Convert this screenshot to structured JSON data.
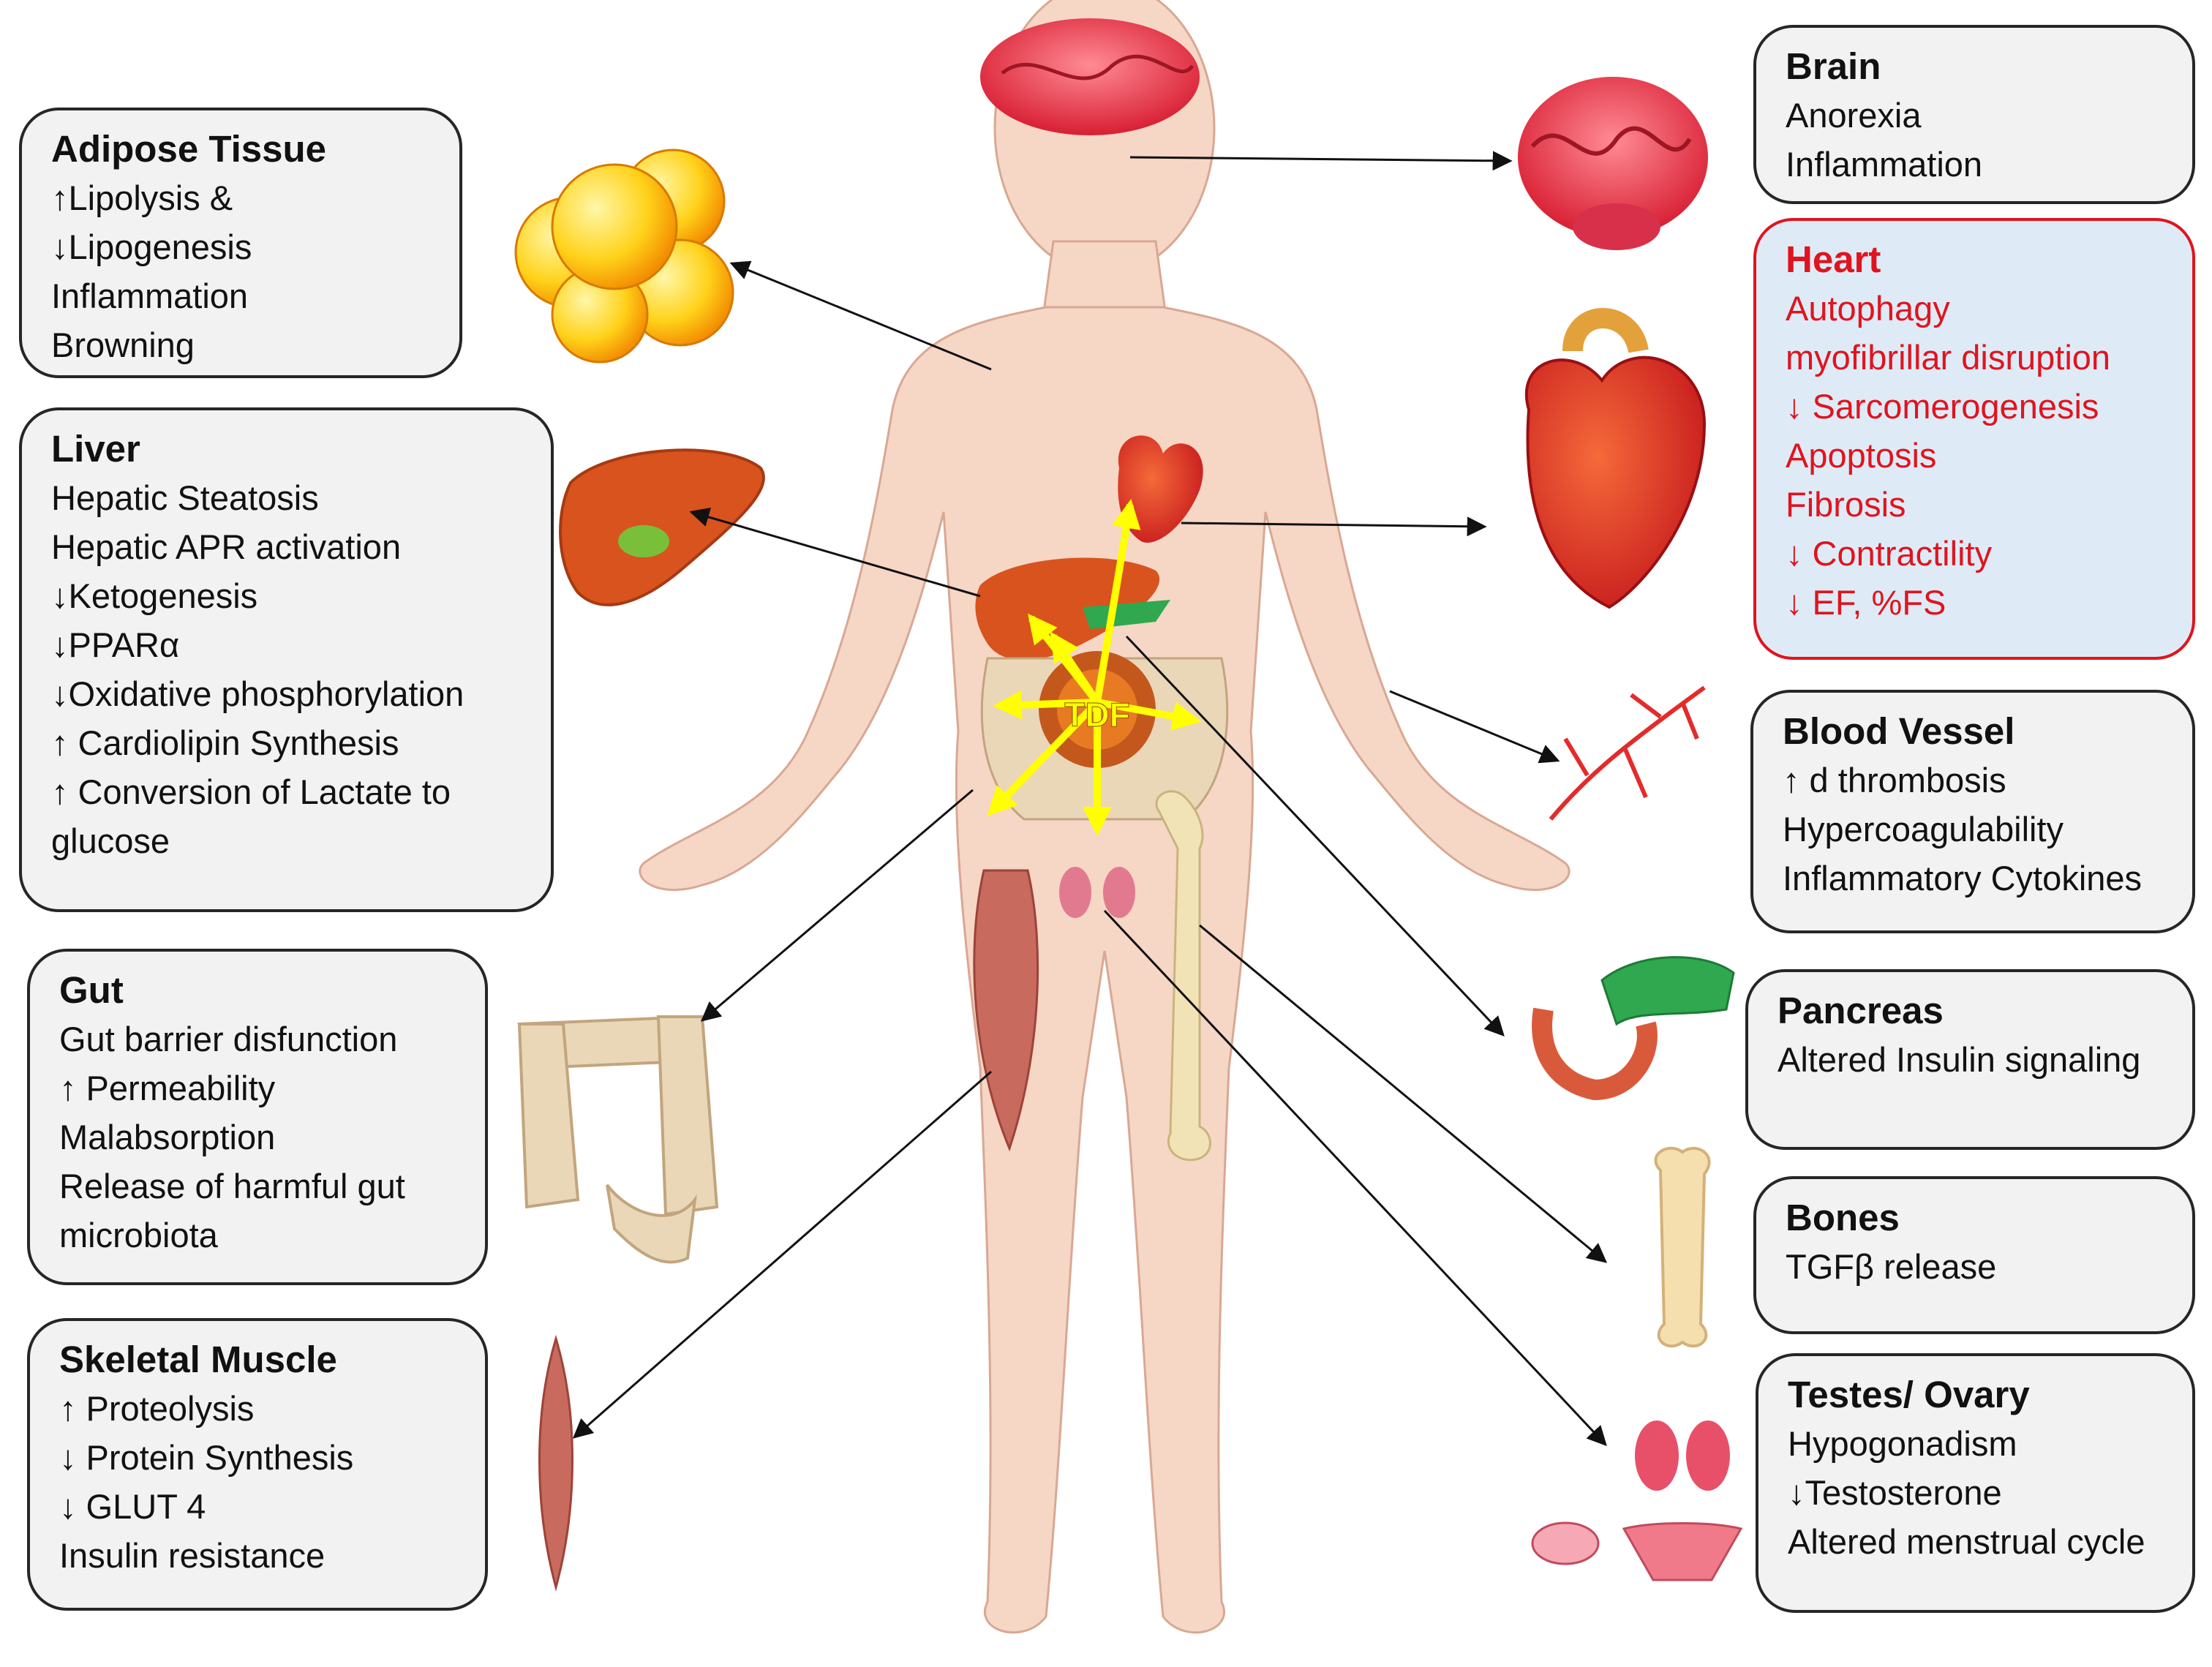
{
  "center_label": "TDF",
  "colors": {
    "box_border": "#262626",
    "box_fill": "#f2f2f2",
    "heart_accent": "#e0141e",
    "heart_fill": "#deebf7",
    "signal_arrows": "#ffff00",
    "skin": "#f6d6c5"
  },
  "icons": [
    "brain-icon",
    "fat-cells-icon",
    "liver-icon",
    "heart-icon",
    "blood-vessel-icon",
    "pancreas-icon",
    "colon-icon",
    "muscle-icon",
    "bone-icon",
    "testes-icon",
    "ovary-icon",
    "human-body-icon"
  ],
  "boxes": {
    "adipose": {
      "title": "Adipose Tissue",
      "lines": [
        "↑Lipolysis &",
        "↓Lipogenesis",
        "Inflammation",
        "Browning"
      ]
    },
    "liver": {
      "title": "Liver",
      "lines": [
        "Hepatic Steatosis",
        "Hepatic APR activation",
        "↓Ketogenesis",
        "↓PPARα",
        "↓Oxidative phosphorylation",
        "↑ Cardiolipin Synthesis",
        "↑ Conversion of Lactate to",
        "glucose"
      ]
    },
    "gut": {
      "title": "Gut",
      "lines": [
        "Gut barrier disfunction",
        "↑ Permeability",
        "Malabsorption",
        "Release of harmful gut",
        "microbiota"
      ]
    },
    "skeletal": {
      "title": "Skeletal Muscle",
      "lines": [
        "↑ Proteolysis",
        "↓ Protein Synthesis",
        "↓ GLUT 4",
        "Insulin resistance"
      ]
    },
    "brain": {
      "title": "Brain",
      "lines": [
        "Anorexia",
        "Inflammation"
      ]
    },
    "heart": {
      "title": "Heart",
      "lines": [
        "Autophagy",
        "myofibrillar disruption",
        "↓ Sarcomerogenesis",
        "Apoptosis",
        "Fibrosis",
        "↓ Contractility",
        "↓ EF, %FS"
      ]
    },
    "vessel": {
      "title": "Blood Vessel",
      "lines": [
        "↑ d thrombosis",
        "Hypercoagulability",
        "Inflammatory Cytokines"
      ]
    },
    "pancreas": {
      "title": "Pancreas",
      "lines": [
        "Altered Insulin signaling"
      ]
    },
    "bones": {
      "title": "Bones",
      "lines": [
        "TGFβ release"
      ]
    },
    "testes": {
      "title": "Testes/ Ovary",
      "lines": [
        "Hypogonadism",
        "↓Testosterone",
        "Altered menstrual cycle"
      ]
    }
  }
}
